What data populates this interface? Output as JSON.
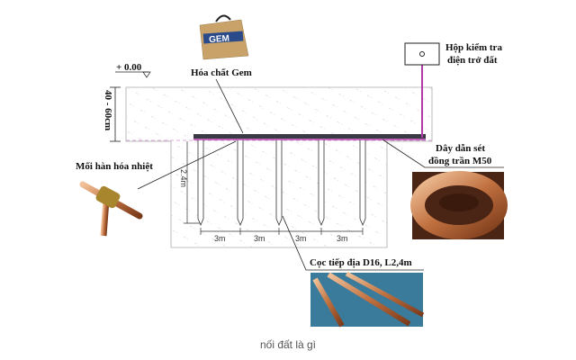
{
  "diagram": {
    "level_label": "+ 0.00",
    "depth_label": "40 - 60cm",
    "rod_length_label": "2.4m",
    "spacing_labels": [
      "3m",
      "3m",
      "3m",
      "3m"
    ],
    "gem_label": "Hóa chất Gem",
    "gem_bag_text": "GEM",
    "test_box_label": [
      "Hộp kiểm tra",
      "điện trở đất"
    ],
    "weld_label": "Mối hàn hóa nhiệt",
    "conductor_label": [
      "Dây dẫn sét",
      "đồng trần M50"
    ],
    "rod_label": "Cọc tiếp địa D16, L2,4m",
    "colors": {
      "conductor": "#b03aa8",
      "bar": "#3a3a44",
      "copper": "#c47a4a"
    }
  },
  "caption": "nối đất là gì"
}
